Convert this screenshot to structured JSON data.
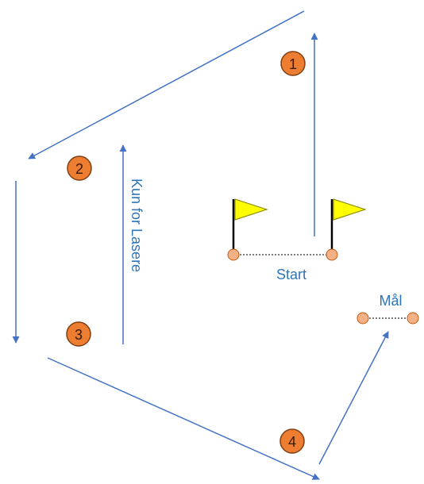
{
  "colors": {
    "arrow": "#4472C4",
    "buoy_fill": "#ED7D31",
    "buoy_stroke": "#7F3F12",
    "buoy_text": "#3A1A05",
    "flag": "#FFFF00",
    "flag_stroke": "#7F7F00",
    "pole": "#000000",
    "text": "#2E75B6",
    "mark_fill": "#F4B183",
    "mark_stroke": "#C55A11"
  },
  "buoys": [
    {
      "id": "1",
      "label": "1"
    },
    {
      "id": "2",
      "label": "2"
    },
    {
      "id": "3",
      "label": "3"
    },
    {
      "id": "4",
      "label": "4"
    }
  ],
  "start": {
    "label": "Start"
  },
  "finish": {
    "label": "Mål"
  },
  "note": {
    "label": "Kun for Lasere"
  }
}
